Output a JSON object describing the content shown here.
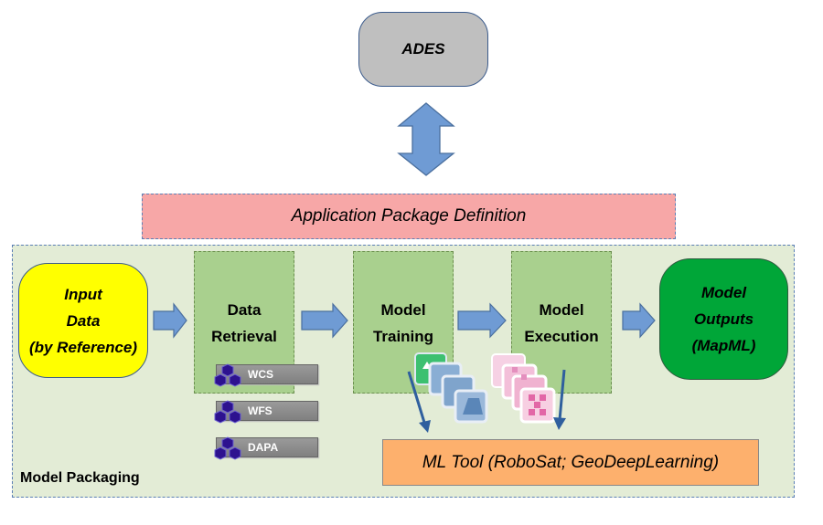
{
  "ades": "ADES",
  "app_package": "Application Package Definition",
  "input": [
    "Input",
    "Data",
    "(by Reference)"
  ],
  "retrieval": [
    "Data",
    "Retrieval"
  ],
  "training": [
    "Model",
    "Training"
  ],
  "execution": [
    "Model",
    "Execution"
  ],
  "outputs": [
    "Model",
    "Outputs",
    "(MapML)"
  ],
  "services": [
    "WCS",
    "WFS",
    "DAPA"
  ],
  "ml_tool": "ML Tool (RoboSat; GeoDeepLearning)",
  "packaging_label": "Model Packaging",
  "colors": {
    "arrow_fill": "#6f9bd4",
    "arrow_stroke": "#4a6f9e",
    "hexagon": "#2d128f",
    "ml_arrow": "#2f5f9e"
  }
}
